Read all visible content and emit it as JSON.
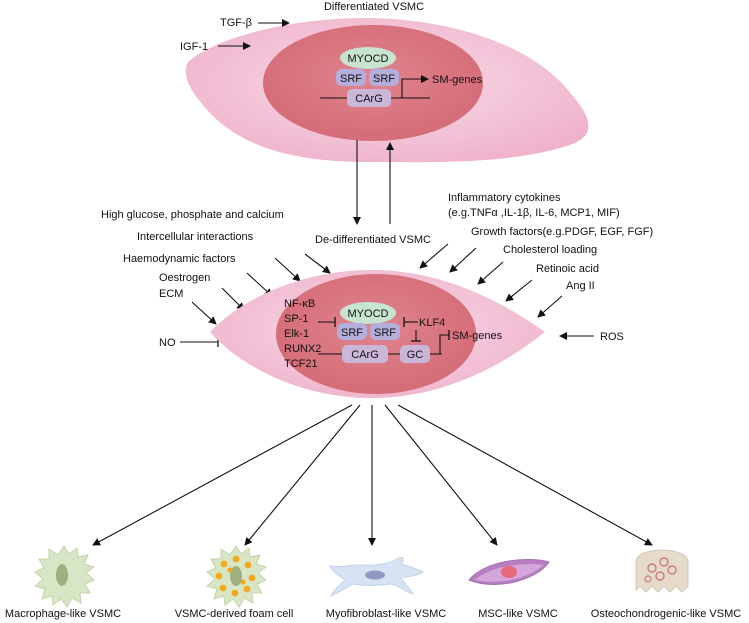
{
  "top_cell": {
    "title": "Differentiated VSMC",
    "inputs": [
      "TGF-β",
      "IGF-1"
    ],
    "myocd": "MYOCD",
    "srf_left": "SRF",
    "srf_right": "SRF",
    "carg": "CArG",
    "genes": "SM-genes"
  },
  "transition": {
    "label": "De-differentiated VSMC"
  },
  "factors": {
    "high_glucose": "High glucose, phosphate and calcium",
    "intercellular": "Intercellular interactions",
    "haemodynamic": "Haemodynamic factors",
    "oestrogen": "Oestrogen",
    "ecm": "ECM",
    "no": "NO",
    "inflammatory_line1": "Inflammatory cytokines",
    "inflammatory_line2": "(e.g.TNFα ,IL-1β, IL-6, MCP1, MIF)",
    "growth": "Growth factors(e.g.PDGF, EGF, FGF)",
    "cholesterol": "Cholesterol loading",
    "retinoic": "Retinoic acid",
    "ang": "Ang II",
    "ros": "ROS"
  },
  "bottom_cell": {
    "tf_list": [
      "NF-κB",
      "SP-1",
      "Elk-1",
      "RUNX2",
      "TCF21"
    ],
    "myocd": "MYOCD",
    "srf_left": "SRF",
    "srf_right": "SRF",
    "klf4": "KLF4",
    "carg": "CArG",
    "gc": "GC",
    "genes": "SM-genes"
  },
  "phenotypes": [
    "Macrophage-like VSMC",
    "VSMC-derived foam cell",
    "Myofibroblast-like VSMC",
    "MSC-like VSMC",
    "Osteochondrogenic-like VSMC"
  ],
  "colors": {
    "cell_outer": "#f3c4d8",
    "nucleus": "#d9727d",
    "myocd": "#c6e4cf",
    "srf": "#b3aedc",
    "carg": "#c9b6d9"
  }
}
